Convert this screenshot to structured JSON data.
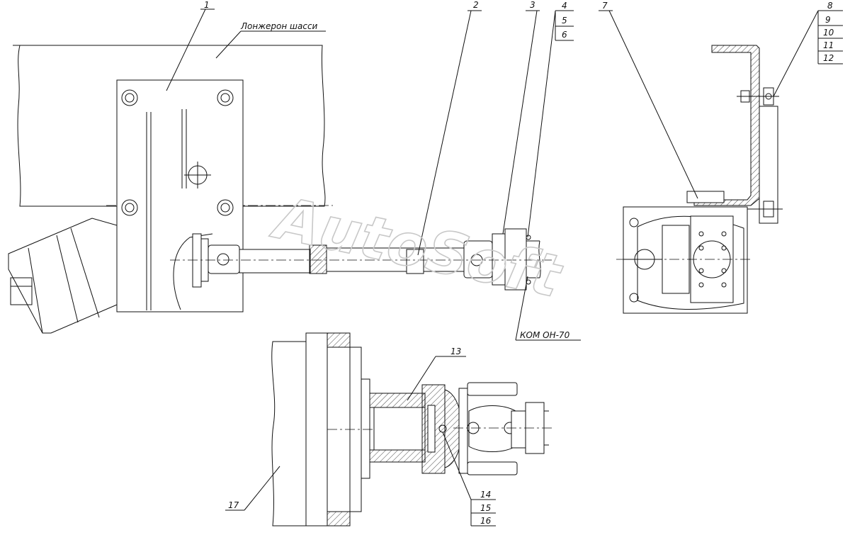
{
  "callouts": {
    "c1": "1",
    "c2": "2",
    "c3": "3",
    "c4": "4",
    "c5": "5",
    "c6": "6",
    "c7": "7",
    "c8": "8",
    "c9": "9",
    "c10": "10",
    "c11": "11",
    "c12": "12",
    "c13": "13",
    "c14": "14",
    "c15": "15",
    "c16": "16",
    "c17": "17"
  },
  "labels": {
    "chassis_rail": "Лонжерон шасси",
    "pto": "КОМ ОН-70"
  },
  "watermark": "AutoSoft"
}
